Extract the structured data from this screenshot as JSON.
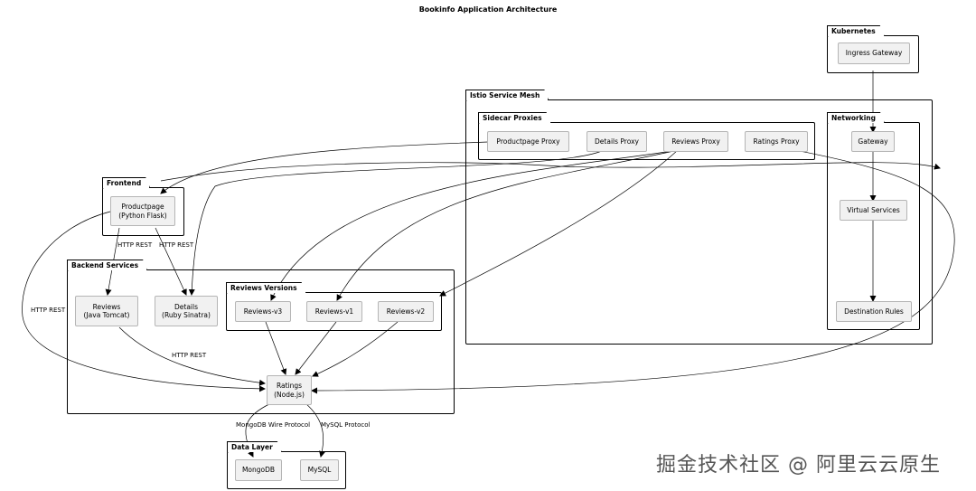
{
  "title": "Bookinfo Application Architecture",
  "packages": {
    "kubernetes": "Kubernetes",
    "istio": "Istio Service Mesh",
    "sidecar": "Sidecar Proxies",
    "networking": "Networking",
    "frontend": "Frontend",
    "backend": "Backend Services",
    "reviews_versions": "Reviews Versions",
    "data_layer": "Data Layer"
  },
  "nodes": {
    "ingress_gateway": "Ingress Gateway",
    "productpage_proxy": "Productpage Proxy",
    "details_proxy": "Details Proxy",
    "reviews_proxy": "Reviews Proxy",
    "ratings_proxy": "Ratings Proxy",
    "gateway": "Gateway",
    "virtual_services": "Virtual Services",
    "destination_rules": "Destination Rules",
    "productpage": "Productpage\n(Python Flask)",
    "reviews": "Reviews\n(Java Tomcat)",
    "details": "Details\n(Ruby Sinatra)",
    "reviews_v3": "Reviews-v3",
    "reviews_v1": "Reviews-v1",
    "reviews_v2": "Reviews-v2",
    "ratings": "Ratings\n(Node.js)",
    "mongodb": "MongoDB",
    "mysql": "MySQL"
  },
  "edge_labels": {
    "http_rest_1": "HTTP REST",
    "http_rest_2": "HTTP REST",
    "http_rest_3": "HTTP REST",
    "http_rest_4": "HTTP REST",
    "mongo": "MongoDB Wire Protocol",
    "mysql": "MySQL Protocol"
  },
  "watermark": "掘金技术社区 @ 阿里云云原生"
}
